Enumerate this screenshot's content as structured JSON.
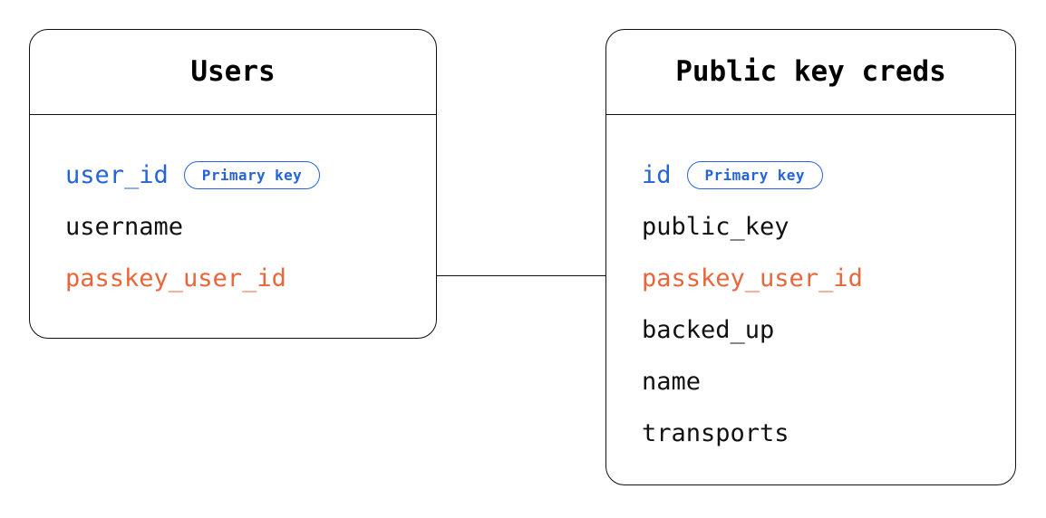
{
  "diagram": {
    "type": "entity-relationship-diagram",
    "background_color": "#ffffff",
    "colors": {
      "border": "#0f0f0f",
      "text": "#111111",
      "primary_key": "#2563d9",
      "foreign_key": "#e8663a"
    },
    "entities": [
      {
        "id": "users",
        "title": "Users",
        "fields": [
          {
            "name": "user_id",
            "role": "primary_key",
            "badge": "Primary key"
          },
          {
            "name": "username",
            "role": "normal",
            "badge": null
          },
          {
            "name": "passkey_user_id",
            "role": "foreign_key",
            "badge": null
          }
        ]
      },
      {
        "id": "public_key_creds",
        "title": "Public key creds",
        "fields": [
          {
            "name": "id",
            "role": "primary_key",
            "badge": "Primary key"
          },
          {
            "name": "public_key",
            "role": "normal",
            "badge": null
          },
          {
            "name": "passkey_user_id",
            "role": "foreign_key",
            "badge": null
          },
          {
            "name": "backed_up",
            "role": "normal",
            "badge": null
          },
          {
            "name": "name",
            "role": "normal",
            "badge": null
          },
          {
            "name": "transports",
            "role": "normal",
            "badge": null
          }
        ]
      }
    ],
    "relationships": [
      {
        "from_entity": "users",
        "from_field": "passkey_user_id",
        "to_entity": "public_key_creds",
        "to_field": "passkey_user_id",
        "style": "solid-line"
      }
    ]
  }
}
